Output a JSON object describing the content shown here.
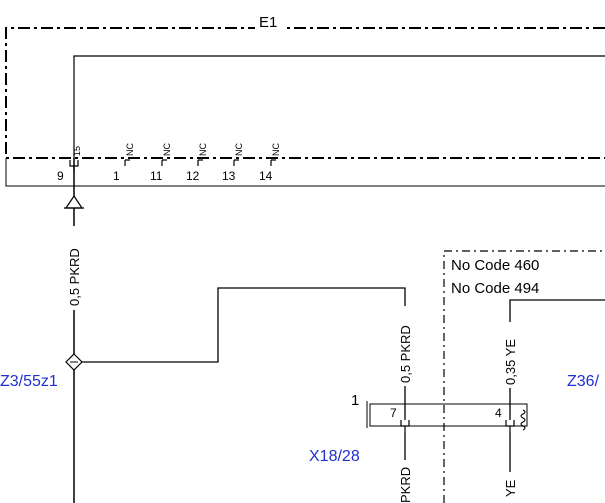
{
  "component": {
    "title": "E1"
  },
  "e1_pins": {
    "main_pin_no": "9",
    "main_pin_label": "15",
    "nc_pins": [
      {
        "no": "1",
        "label": "NC"
      },
      {
        "no": "11",
        "label": "NC"
      },
      {
        "no": "12",
        "label": "NC"
      },
      {
        "no": "13",
        "label": "NC"
      },
      {
        "no": "14",
        "label": "NC"
      }
    ]
  },
  "wires": {
    "main_trunk": "0,5 PKRD",
    "branch_to_x18": "0,5 PKRD",
    "x18_bottom": "PKRD",
    "z36_top": "0,35 YE",
    "z36_bottom": "YE"
  },
  "splices": {
    "left": "Z3/55z1",
    "right": "Z36/"
  },
  "connector": {
    "ref": "X18/28",
    "index": "1",
    "pin_a": "7",
    "pin_b": "4"
  },
  "option_box": {
    "line1": "No Code 460",
    "line2": "No Code 494"
  }
}
